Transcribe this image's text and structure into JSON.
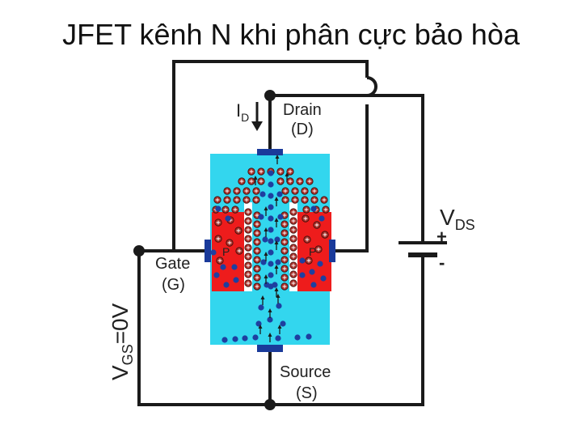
{
  "title": "JFET kênh N khi phân cực bảo hòa",
  "labels": {
    "drain": "Drain",
    "drain_sym": "(D)",
    "gate": "Gate",
    "gate_sym": "(G)",
    "source": "Source",
    "source_sym": "(S)",
    "id_main": "I",
    "id_sub": "D",
    "vds_main": "V",
    "vds_sub": "DS",
    "vgs_main": "V",
    "vgs_sub": "GS",
    "vgs_value": "=0V",
    "plus": "+",
    "minus": "-",
    "p_left": "P",
    "p_right": "P"
  },
  "colors": {
    "channel": "#33d6ee",
    "p_region": "#ee1c1c",
    "wire": "#1a1a1a",
    "contact": "#1a3a9a",
    "electron": "#1e3fa0",
    "hole": "#a8302a"
  }
}
